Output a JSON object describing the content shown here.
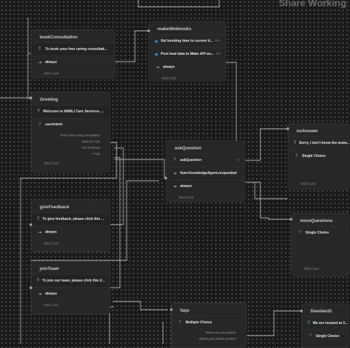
{
  "canvas": {
    "title": "Share Working"
  },
  "nodes": {
    "bookConsultation": {
      "title": "bookConsultation",
      "text_row": "To book your free caring consultati...",
      "always": "always",
      "add_card": "Add Card"
    },
    "makeWebhooks": {
      "title": "makeWebhooks",
      "row1": "Set booking time to current ti...",
      "row2": "Post lead data to Make API an...",
      "always": "always",
      "add_card": "Add Card"
    },
    "greeting": {
      "title": "Greeting",
      "text_row": "Welcome to ANNLI Care Services. ...",
      "intent_row": "userIntent",
      "choices": [
        "Book a free caring consultation",
        "Apply for a job",
        "Give feedback",
        "FAQs"
      ],
      "add_card": "Add Card"
    },
    "askQuestion": {
      "title": "askQuestion",
      "row1": "askQuestion",
      "row2": "llum.KnowledgeAgent.responded",
      "always": "always",
      "add_card": "Add Card"
    },
    "noAnswer": {
      "title": "noAnswer",
      "text_row": "Sorry, I don't know the answ...",
      "choice_row": "Single Choice",
      "add_card": "Add Card"
    },
    "moreQuestions": {
      "title": "moreQuestions",
      "choice_row": "Single Choice",
      "add_card": "Add Card"
    },
    "giveFeedback": {
      "title": "giveFeedback",
      "text_row": "To give feedback, please click this ...",
      "always": "always",
      "add_card": "Add Card"
    },
    "joinTeam": {
      "title": "joinTeam",
      "text_row": "To join our team, please click this li...",
      "always": "always",
      "add_card": "Add Card"
    },
    "faqs": {
      "title": "faqs",
      "choice_row": "Multiple Choice",
      "choices": [
        "Where are you located?",
        "What's your contact number?"
      ]
    },
    "standard1": {
      "title": "Standard1",
      "text_row": "We are located at 3...",
      "choice_row": "Single Choice"
    }
  },
  "icons": {
    "text": "T",
    "question": "?",
    "webhook": "◆",
    "arrow": "⇥",
    "book": "▯",
    "code": "</>"
  },
  "colors": {
    "background": "#1a1a1a",
    "node": "#272727",
    "text_icon": "#4fb0a0",
    "question_icon": "#d8a940",
    "webhook_icon": "#4d8fd6",
    "wire": "#b8b8b8"
  }
}
